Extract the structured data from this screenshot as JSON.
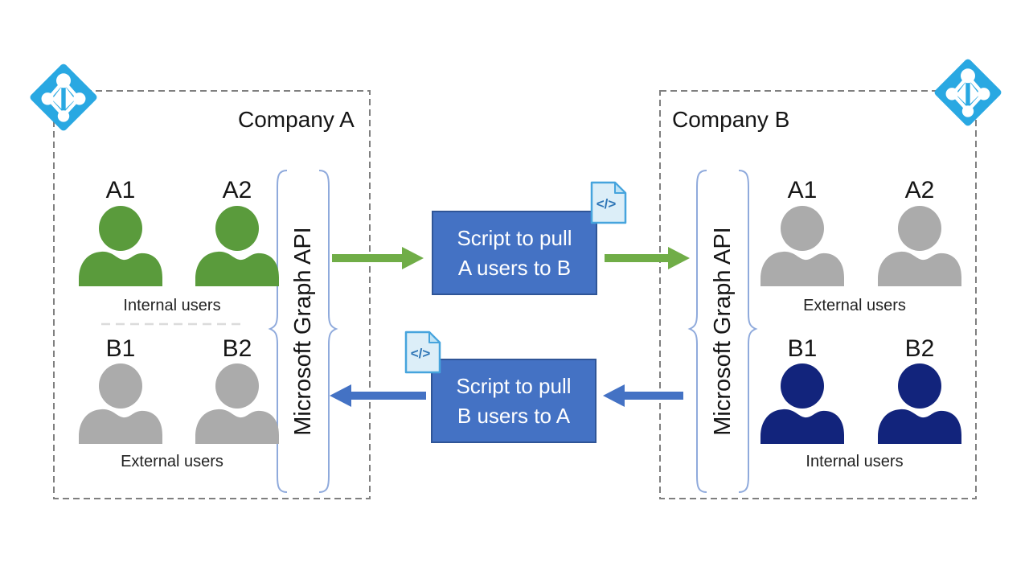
{
  "company_a": {
    "title": "Company A",
    "api_label": "Microsoft Graph API",
    "groups": [
      {
        "users": [
          "A1",
          "A2"
        ],
        "label": "Internal users",
        "color_key": "person_green"
      },
      {
        "users": [
          "B1",
          "B2"
        ],
        "label": "External users",
        "color_key": "person_gray"
      }
    ]
  },
  "company_b": {
    "title": "Company B",
    "api_label": "Microsoft Graph API",
    "groups": [
      {
        "users": [
          "A1",
          "A2"
        ],
        "label": "External users",
        "color_key": "person_gray"
      },
      {
        "users": [
          "B1",
          "B2"
        ],
        "label": "Internal users",
        "color_key": "person_navy"
      }
    ]
  },
  "scripts": [
    {
      "line1": "Script to pull",
      "line2": "A users to B"
    },
    {
      "line1": "Script to pull",
      "line2": "B users to A"
    }
  ],
  "code_icon": {
    "glyph": "</>"
  },
  "colors": {
    "azure": "#29A8E2",
    "green_arrow": "#70AD47",
    "blue_arrow": "#4472C4",
    "script_box_fill": "#4472C4",
    "script_box_border": "#2F5597",
    "person_green": "#5A9B3C",
    "person_gray": "#ABABAB",
    "person_navy": "#12247C",
    "brace": "#8FAADC",
    "dashed_border": "#7F7F7F",
    "divider": "#DBDBDB",
    "code_fill": "#DCEEF8",
    "code_fold": "#BFE3F5",
    "code_border": "#46A4DD",
    "code_glyph": "#2E75B6"
  }
}
